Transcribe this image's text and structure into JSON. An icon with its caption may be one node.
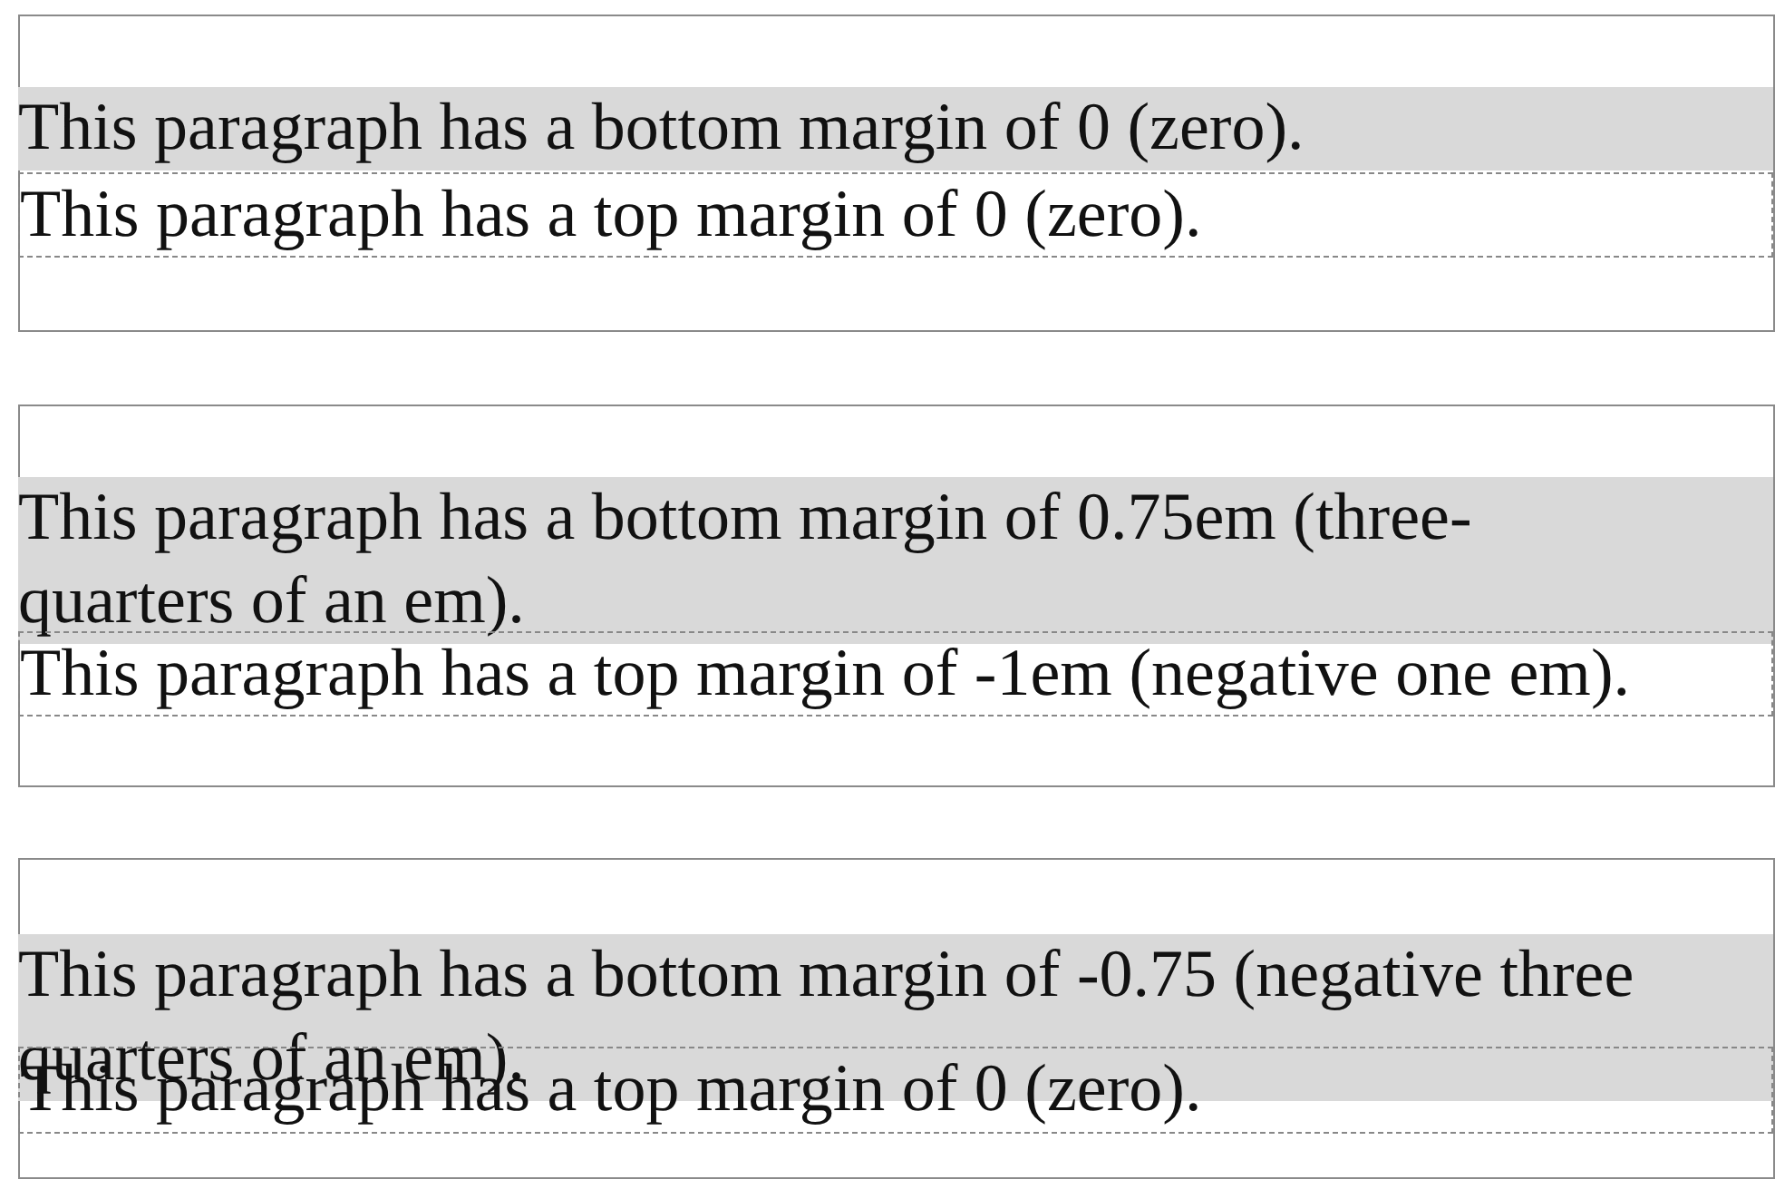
{
  "diagram": {
    "nodes": [
      {
        "text": [],
        "shape": "box"
      },
      {
        "text": [
          "This paragraph has a bottom margin of 0 (zero)."
        ],
        "in": 0
      },
      {
        "text": [
          "This paragraph has a top margin of 0 (zero)."
        ],
        "in": 0
      },
      {
        "text": [],
        "shape": "box"
      },
      {
        "text": [
          "This paragraph has a bottom margin of 0.75em (three-quarters of an em)."
        ],
        "in": 3
      },
      {
        "text": [
          "This paragraph has a top margin of -1em (negative one em)."
        ],
        "in": 3
      },
      {
        "text": [],
        "shape": "box"
      },
      {
        "text": [
          "This paragraph has a bottom margin of -0.75 (negative three quarters of an em)."
        ],
        "in": 6
      },
      {
        "text": [
          "This paragraph has a top margin of 0 (zero)."
        ],
        "in": 6
      }
    ]
  }
}
